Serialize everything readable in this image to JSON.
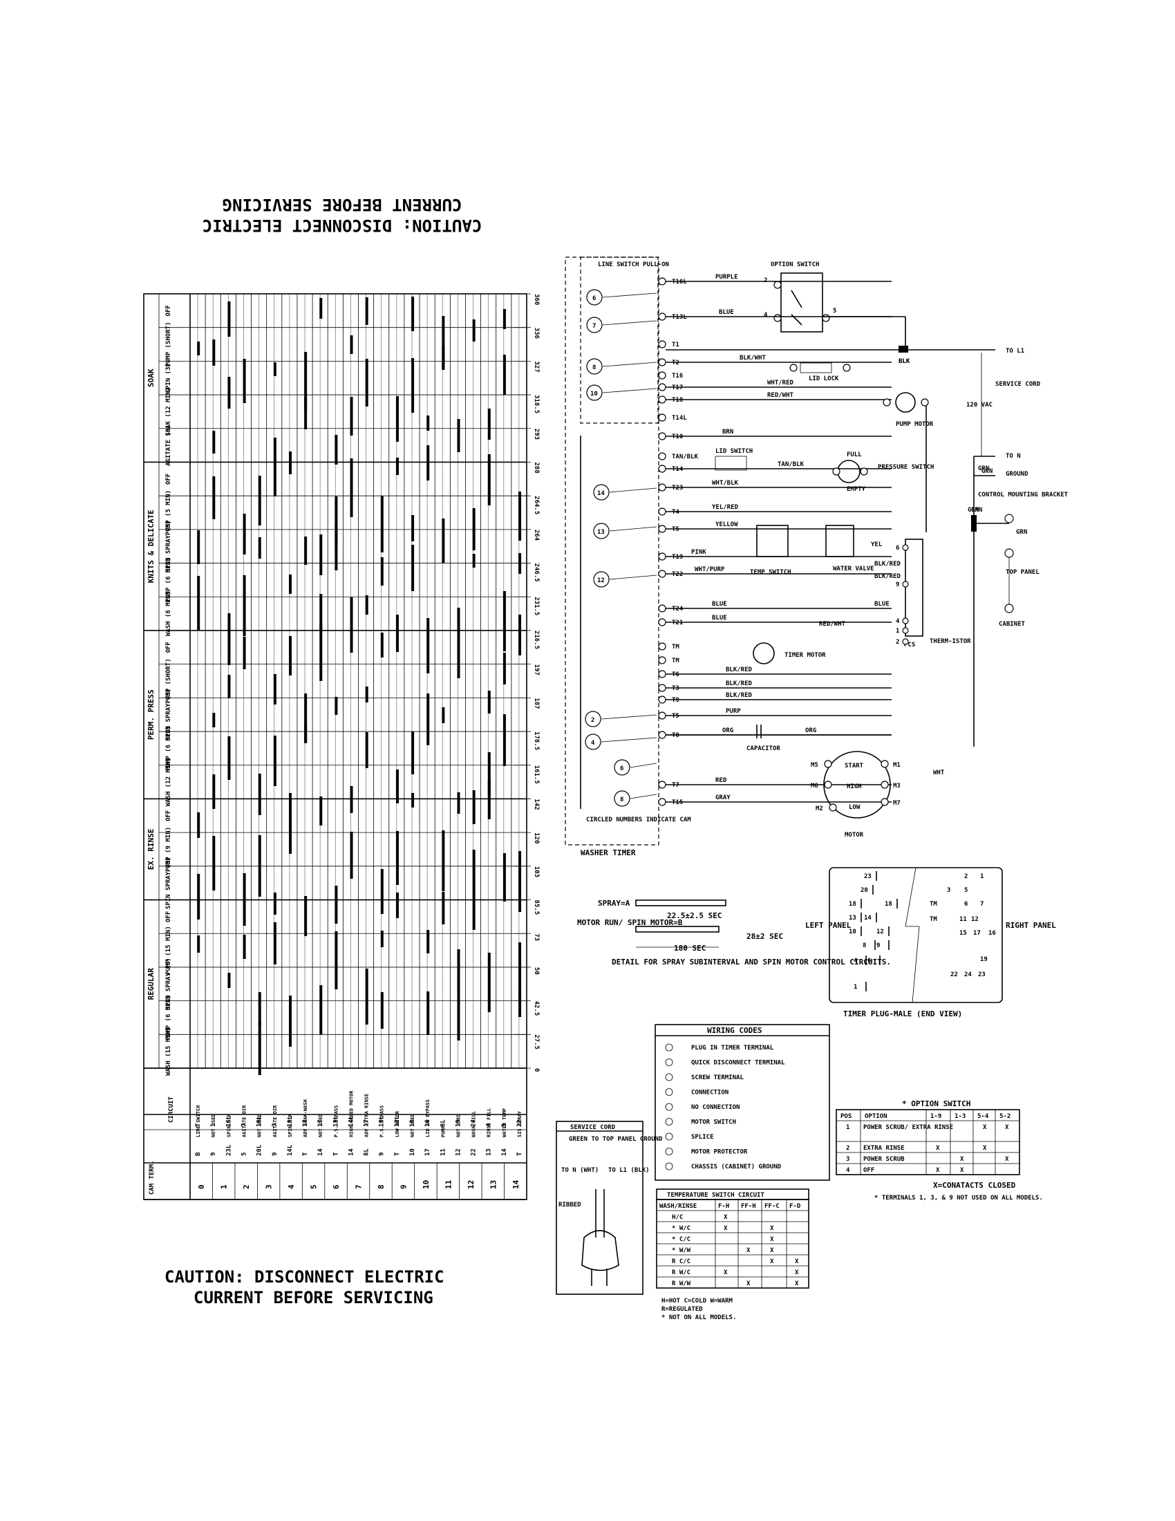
{
  "caution_top_line1": "CAUTION: DISCONNECT ELECTRIC",
  "caution_top_line2": "CURRENT BEFORE SERVICING",
  "caution_bottom_line1": "CAUTION: DISCONNECT ELECTRIC",
  "caution_bottom_line2": "CURRENT BEFORE SERVICING",
  "chart": {
    "cycles": [
      {
        "name": "SOAK",
        "rows": [
          "OFF",
          "PUMP (SHORT)",
          "SPIN (3)",
          "SOAK (12 MIN)",
          "AGITATE (3)"
        ]
      },
      {
        "name": "KNITS & DELICATE",
        "rows": [
          "OFF",
          "PUMP (5 MIN)",
          "SPIN SPRAY (5)",
          "PUMP (6 MIN)",
          "WASH (6 MIN)"
        ]
      },
      {
        "name": "PERM. PRESS",
        "rows": [
          "OFF",
          "PUMP (SHORT)",
          "SPIN SPRAY (5)",
          "PUMP (6 MIN)",
          "WASH (12 MIN)"
        ]
      },
      {
        "name": "EX. RINSE",
        "rows": [
          "OFF",
          "PUMP (9 MIN)",
          "SPIN SPRAY (5)"
        ]
      },
      {
        "name": "REGULAR",
        "rows": [
          "OFF",
          "PUMP (15 MIN)",
          "SPIN SPRAY (5)",
          "PUMP (6 MIN)",
          "WASH (15 MIN)"
        ]
      }
    ],
    "degree_marks": [
      "360",
      "336",
      "327",
      "318.5",
      "293",
      "288",
      "264.5",
      "264",
      "246.5",
      "231.5",
      "216.5",
      "197",
      "187",
      "178.5",
      "161.5",
      "142",
      "120",
      "103",
      "85.5",
      "73",
      "50",
      "42.5",
      "27.5",
      "0"
    ],
    "circuit_header": "CIRCUIT",
    "circuits": [
      "LINE SWITCH",
      "NOT USED",
      "SPIN DIR",
      "AGITATE DIR",
      "NOT USED",
      "AGITATE DIR",
      "SPIN DIR",
      "ADV SOAK-WASH",
      "NOT USED",
      "P.S. BYPASS",
      "HIGH SPEED MOTOR",
      "ADV EXTRA RINSE",
      "P.S. BYPASS",
      "LOW MOTOR",
      "NOT USED",
      "LID SW BYPASS",
      "PUMP",
      "NOT USED",
      "WASH FILL",
      "RINSE FILL",
      "WATER TEMP",
      "SIS SPRAY"
    ],
    "term_header": "TERM.",
    "cam_header": "CAM",
    "term_pairs": [
      [
        "T",
        "B"
      ],
      [
        "1",
        "9"
      ],
      [
        "16L",
        "23L"
      ],
      [
        "7",
        "5"
      ],
      [
        "18L",
        "20L"
      ],
      [
        "7",
        "9"
      ],
      [
        "18L",
        "14L"
      ],
      [
        "17",
        "T"
      ],
      [
        "17",
        "14"
      ],
      [
        "13L",
        "T"
      ],
      [
        "14L",
        "14"
      ],
      [
        "17",
        "8L"
      ],
      [
        "18L",
        "9"
      ],
      [
        "12L",
        "T"
      ],
      [
        "18",
        "10"
      ],
      [
        "16",
        "17"
      ],
      [
        "8L",
        "11"
      ],
      [
        "19",
        "12"
      ],
      [
        "24",
        "22"
      ],
      [
        "4",
        "13"
      ],
      [
        "5",
        "14"
      ],
      [
        "22",
        "T"
      ]
    ],
    "cams": [
      "0",
      "1",
      "2",
      "3",
      "4",
      "5",
      "6",
      "7",
      "8",
      "9",
      "10",
      "11",
      "12",
      "13",
      "14"
    ]
  },
  "schematic": {
    "line_switch": "LINE SWITCH PULL-ON",
    "option_switch": "OPTION SWITCH",
    "terminals_left": [
      "T16L",
      "T13L",
      "T1",
      "T2",
      "T16",
      "T17",
      "T18",
      "T14L",
      "T10",
      "TAN/BLK",
      "T14",
      "T23",
      "T4",
      "T5",
      "T19",
      "T22",
      "T24",
      "T21",
      "TM",
      "TM",
      "T6",
      "T3",
      "T9",
      "T5",
      "T8",
      "T7",
      "T15"
    ],
    "wire_labels": [
      "PURPLE",
      "BLUE",
      "BLK/WHT",
      "WHT/RED",
      "RED/WHT",
      "BRN",
      "TAN/BLK",
      "WHT/BLK",
      "YEL/RED",
      "YELLOW",
      "PINK",
      "WHT/PURP",
      "BLUE",
      "BLUE",
      "BLK/RED",
      "BLK/RED",
      "BLK/RED",
      "PURP",
      "ORG",
      "ORG",
      "RED",
      "GRAY",
      "BLK",
      "YEL",
      "BLK/RED",
      "BLK/RED",
      "BLUE",
      "RED/WHT",
      "WHT",
      "GRN",
      "GRN"
    ],
    "cams": [
      "6",
      "7",
      "8",
      "10",
      "14",
      "13",
      "12",
      "2",
      "4",
      "6",
      "8"
    ],
    "components": {
      "lid_lock": "LID LOCK",
      "pump_motor": "PUMP MOTOR",
      "lid_switch": "LID SWITCH",
      "pressure_switch": "PRESSURE SWITCH",
      "full": "FULL",
      "empty": "EMPTY",
      "temp_switch": "TEMP SWITCH",
      "water_valve": "WATER VALVE",
      "pcs": "PCS",
      "thermistor": "THERM-ISTOR",
      "timer_motor": "TIMER MOTOR",
      "capacitor": "CAPACITOR",
      "motor": "MOTOR",
      "start": "START",
      "high": "HIGH",
      "low": "LOW",
      "washer_timer": "WASHER TIMER",
      "circled_note": "CIRCLED NUMBERS INDICATE CAM",
      "to_l1": "TO L1",
      "to_n": "TO N",
      "ground": "GROUND",
      "service_cord": "SERVICE CORD",
      "vac": "120 VAC",
      "bracket": "CONTROL MOUNTING BRACKET",
      "top_panel": "TOP PANEL",
      "cabinet": "CABINET"
    },
    "motor_terminals": [
      "M5",
      "M6",
      "M2",
      "M1",
      "M3",
      "M7"
    ],
    "pcs_terminals": [
      "6",
      "9",
      "4",
      "1",
      "2"
    ]
  },
  "spray_detail": {
    "spray": "SPRAY=A",
    "motor": "MOTOR RUN/ SPIN MOTOR=B",
    "t1": "22.5±2.5 SEC",
    "t2": "28±2 SEC",
    "t3": "180 SEC",
    "caption": "DETAIL FOR SPRAY SUBINTERVAL AND SPIN MOTOR CONTROL CIRCUITS."
  },
  "timer_plug": {
    "left": "LEFT PANEL",
    "right": "RIGHT PANEL",
    "caption": "TIMER PLUG-MALE (END VIEW)",
    "left_pins": [
      "23",
      "20",
      "18",
      "18",
      "13",
      "14",
      "10",
      "12",
      "8",
      "9",
      "4",
      "6",
      "1"
    ],
    "right_pins": [
      "2",
      "1",
      "5",
      "3",
      "6",
      "7",
      "TM",
      "TM",
      "11",
      "12",
      "15",
      "17",
      "16",
      "19",
      "22",
      "24",
      "23"
    ]
  },
  "wiring_codes": {
    "title": "WIRING CODES",
    "items": [
      "PLUG IN TIMER TERMINAL",
      "QUICK DISCONNECT TERMINAL",
      "SCREW TERMINAL",
      "CONNECTION",
      "NO CONNECTION",
      "MOTOR SWITCH",
      "SPLICE",
      "MOTOR PROTECTOR",
      "CHASSIS (CABINET) GROUND"
    ]
  },
  "option_switch": {
    "title": "* OPTION SWITCH",
    "headers": [
      "POS",
      "OPTION",
      "1-9",
      "1-3",
      "5-4",
      "5-2"
    ],
    "rows": [
      [
        "1",
        "POWER SCRUB/ EXTRA RINSE",
        "",
        "",
        "X",
        "X"
      ],
      [
        "2",
        "EXTRA RINSE",
        "X",
        "",
        "X",
        ""
      ],
      [
        "3",
        "POWER SCRUB",
        "",
        "X",
        "",
        "X"
      ],
      [
        "4",
        "OFF",
        "X",
        "X",
        "",
        ""
      ]
    ],
    "note1": "X=CONATACTS CLOSED",
    "note2": "* TERMINALS 1, 3, & 9 NOT USED ON ALL MODELS."
  },
  "temp_switch": {
    "title": "TEMPERATURE SWITCH CIRCUIT",
    "headers": [
      "WASH/RINSE",
      "F-H",
      "FF-H",
      "FF-C",
      "F-D"
    ],
    "rows": [
      [
        "H/C",
        "X",
        "",
        "",
        ""
      ],
      [
        "* W/C",
        "X",
        "",
        "X",
        ""
      ],
      [
        "* C/C",
        "",
        "",
        "X",
        ""
      ],
      [
        "* W/W",
        "",
        "X",
        "X",
        ""
      ],
      [
        "R C/C",
        "",
        "",
        "X",
        "X"
      ],
      [
        "R W/C",
        "X",
        "",
        "",
        "X"
      ],
      [
        "R W/W",
        "",
        "X",
        "",
        "X"
      ]
    ],
    "legend1": "H=HOT   C=COLD   W=WARM",
    "legend2": "R=REGULATED",
    "legend3": "* NOT ON ALL MODELS."
  },
  "service_cord": {
    "title": "SERVICE CORD",
    "note": "GREEN TO TOP PANEL GROUND",
    "to_n": "TO N (WHT)",
    "to_l1": "TO L1 (BLK)",
    "ribbed": "RIBBED"
  }
}
